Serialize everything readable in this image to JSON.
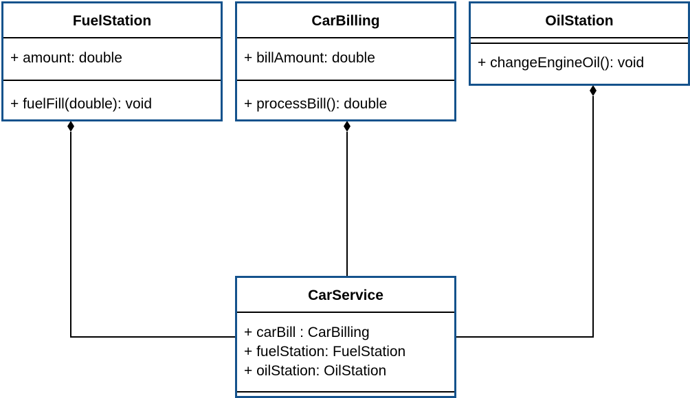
{
  "classes": {
    "fuel_station": {
      "name": "FuelStation",
      "attributes": [
        "+ amount: double"
      ],
      "operations": [
        "+ fuelFill(double): void"
      ]
    },
    "car_billing": {
      "name": "CarBilling",
      "attributes": [
        "+ billAmount: double"
      ],
      "operations": [
        "+ processBill(): double"
      ]
    },
    "oil_station": {
      "name": "OilStation",
      "attributes": [],
      "operations": [
        "+ changeEngineOil(): void"
      ]
    },
    "car_service": {
      "name": "CarService",
      "attributes": [
        "+ carBill : CarBilling",
        "+ fuelStation: FuelStation",
        "+ oilStation: OilStation"
      ],
      "operations": []
    }
  },
  "relationships": [
    {
      "type": "composition",
      "whole": "FuelStation",
      "part": "CarService"
    },
    {
      "type": "composition",
      "whole": "CarBilling",
      "part": "CarService"
    },
    {
      "type": "composition",
      "whole": "OilStation",
      "part": "CarService"
    }
  ],
  "colors": {
    "class_border": "#14528c",
    "connector": "#000000"
  }
}
